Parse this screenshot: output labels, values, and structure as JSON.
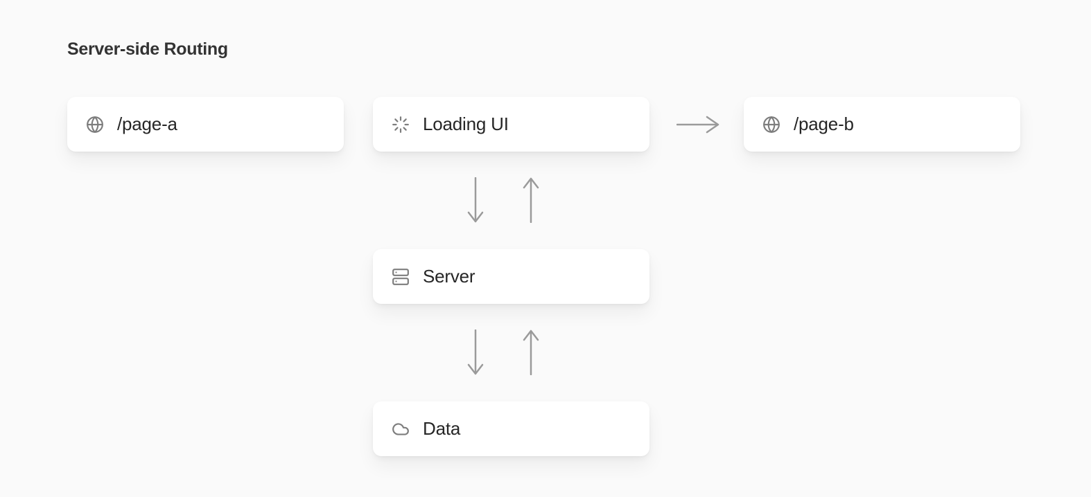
{
  "diagram": {
    "title": "Server-side Routing",
    "nodes": [
      {
        "id": "page-a",
        "label": "/page-a",
        "icon": "globe-icon"
      },
      {
        "id": "loading-ui",
        "label": "Loading UI",
        "icon": "loader-icon"
      },
      {
        "id": "page-b",
        "label": "/page-b",
        "icon": "globe-icon"
      },
      {
        "id": "server",
        "label": "Server",
        "icon": "server-icon"
      },
      {
        "id": "data",
        "label": "Data",
        "icon": "cloud-icon"
      }
    ],
    "edges": [
      {
        "from": "loading-ui",
        "to": "page-b",
        "direction": "right"
      },
      {
        "from": "loading-ui",
        "to": "server",
        "direction": "down"
      },
      {
        "from": "server",
        "to": "loading-ui",
        "direction": "up"
      },
      {
        "from": "server",
        "to": "data",
        "direction": "down"
      },
      {
        "from": "data",
        "to": "server",
        "direction": "up"
      }
    ]
  },
  "colors": {
    "background": "#fafafa",
    "card_background": "#ffffff",
    "title_text": "#333333",
    "node_text": "#262626",
    "icon_gray": "#7d7d7d",
    "arrow_gray": "#9a9a9a"
  }
}
